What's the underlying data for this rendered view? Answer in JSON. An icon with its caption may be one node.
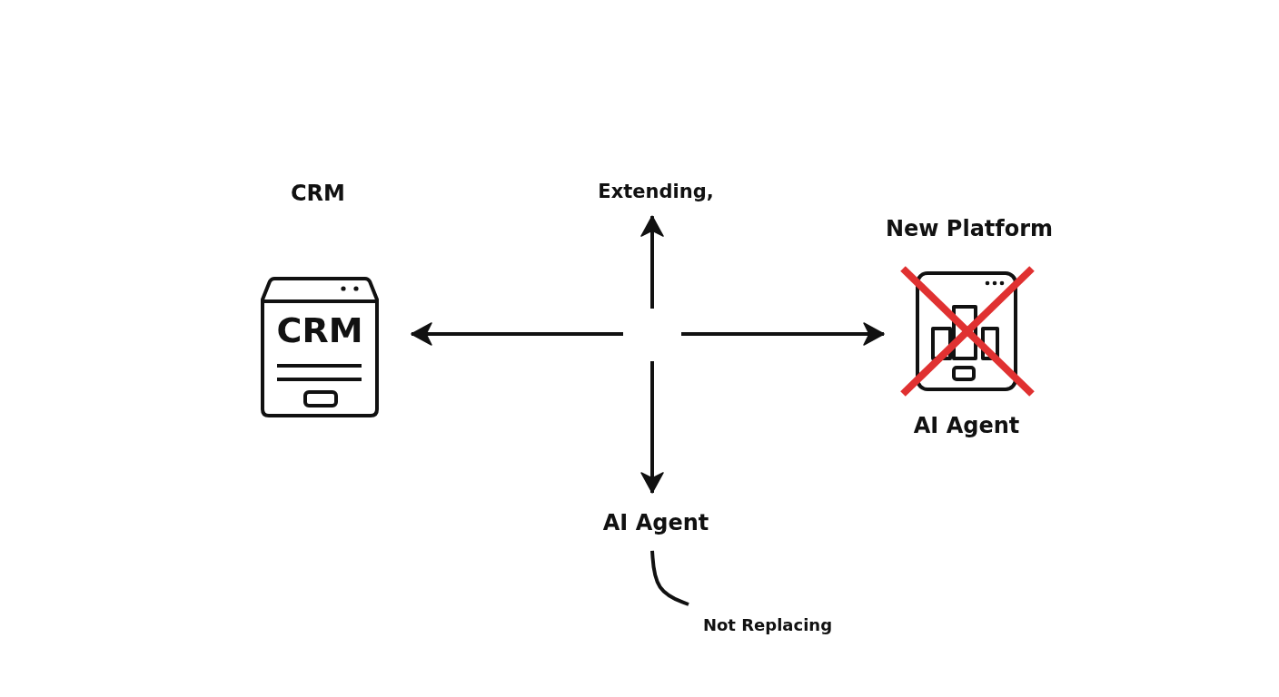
{
  "diagram": {
    "nodes": [
      {
        "text": [
          "CRM"
        ],
        "beside": [
          "CRM"
        ]
      },
      {
        "text": [
          "Extending,"
        ]
      },
      {
        "text": [],
        "shape": "picture",
        "beside": [
          "New Platform",
          "AI Agent"
        ]
      },
      {
        "text": [
          "AI Agent"
        ]
      },
      {
        "text": [
          "Not Replacing"
        ]
      }
    ],
    "edges": [
      {
        "from": null,
        "to": 0,
        "arrow": "to"
      },
      {
        "from": null,
        "to": 1,
        "arrow": "to"
      },
      {
        "from": null,
        "to": 2,
        "arrow": "to"
      },
      {
        "from": null,
        "to": 3,
        "arrow": "to"
      },
      {
        "from": 3,
        "to": 4,
        "arrow": "none"
      }
    ]
  }
}
